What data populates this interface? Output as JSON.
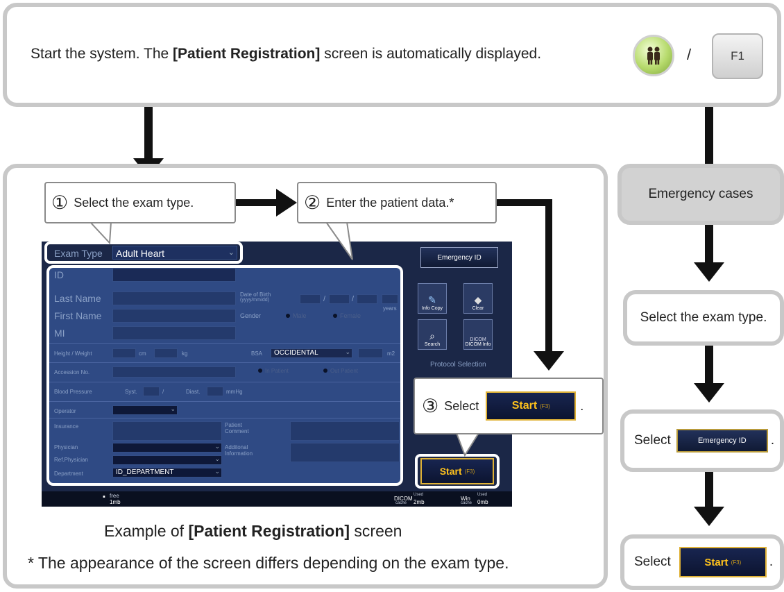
{
  "top": {
    "text_before": "Start the system. The ",
    "text_bold": "[Patient Registration]",
    "text_after": " screen is automatically displayed.",
    "separator": "/",
    "key_label": "F1",
    "icon": "patient-registration-icon"
  },
  "callouts": {
    "step1": {
      "num": "①",
      "text": "Select the exam type."
    },
    "step2": {
      "num": "②",
      "text": "Enter the patient data.*"
    },
    "step3": {
      "num": "③",
      "text": "Select",
      "period": "."
    }
  },
  "screen": {
    "exam_type_label": "Exam Type",
    "exam_type_value": "Adult Heart",
    "id_label": "ID",
    "last_name_label": "Last Name",
    "first_name_label": "First Name",
    "mi_label": "MI",
    "dob_label": "Date of Birth",
    "dob_format": "(yyyy/mm/dd)",
    "dob_sep1": "/",
    "dob_sep2": "/",
    "years": "years",
    "gender_label": "Gender",
    "male": "Male",
    "female": "Female",
    "height_weight_label": "Height / Weight",
    "cm": "cm",
    "kg": "kg",
    "bsa_label": "BSA",
    "bsa_value": "OCCIDENTAL",
    "m2": "m2",
    "accession_label": "Accession No.",
    "in_patient": "In Patient",
    "out_patient": "Out Patient",
    "bp_label": "Blood Pressure",
    "syst": "Syst.",
    "bp_sep": "/",
    "diast": "Diast.",
    "mmhg": "mmHg",
    "operator_label": "Operator",
    "insurance_label": "Insurance",
    "patient_comment_label": "Patient Comment",
    "physician_label": "Physician",
    "additional_info_label": "Additonal Information",
    "ref_physician_label": "Ref.Physician",
    "department_label": "Department",
    "department_value": "ID_DEPARTMENT",
    "emergency_id_btn": "Emergency ID",
    "info_copy": "Info Copy",
    "clear": "Clear",
    "search": "Search",
    "dicom_info": "DICOM Info",
    "dicom_icon_text": "DICOM",
    "protocol_selection": "Protocol Selection",
    "start_btn": "Start",
    "start_sub": "(F3)",
    "status_free": "free",
    "status_free_val": "1mb",
    "status_dicom": "DICOM",
    "status_dicom_sub": "cache",
    "status_dicom_used": "Used",
    "status_dicom_val": "2mb",
    "status_win": "Win",
    "status_win_sub": "cache",
    "status_win_used": "Used",
    "status_win_val": "0mb"
  },
  "step3_button": {
    "label": "Start",
    "sub": "(F3)"
  },
  "captions": {
    "line1_before": "Example of ",
    "line1_bold": "[Patient Registration]",
    "line1_after": " screen",
    "line2": "* The appearance of the screen differs depending on the exam type."
  },
  "right": {
    "emergency_cases": "Emergency cases",
    "select_exam": "Select the exam type.",
    "select_emergency_prefix": "Select",
    "emergency_btn": "Emergency ID",
    "emergency_period": ".",
    "select_start_prefix": "Select",
    "start_btn": "Start",
    "start_sub": "(F3)",
    "start_period": "."
  },
  "colors": {
    "screen_bg": "#1b2747",
    "panel_blue": "#2f4a84",
    "start_text": "#ffc21c",
    "start_border": "#e0b236",
    "frame_gray": "#c8c8c8"
  }
}
